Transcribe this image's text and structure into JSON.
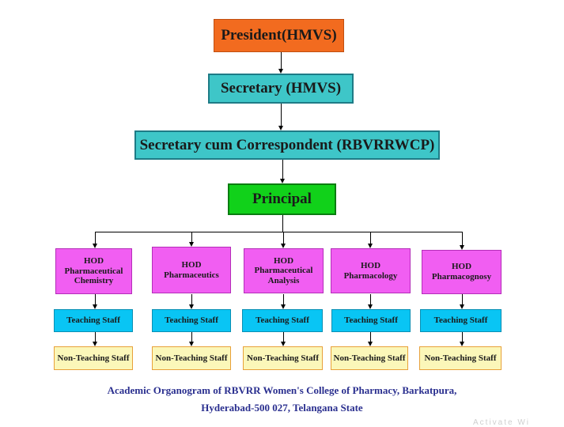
{
  "chart": {
    "president": "President(HMVS)",
    "secretary": "Secretary (HMVS)",
    "correspondent": "Secretary cum Correspondent  (RBVRRWCP)",
    "principal": "Principal",
    "departments": [
      {
        "hod": "HOD\nPharmaceutical\nChemistry",
        "teaching": "Teaching Staff",
        "nonteaching": "Non-Teaching Staff"
      },
      {
        "hod": "HOD\nPharmaceutics",
        "teaching": "Teaching Staff",
        "nonteaching": "Non-Teaching Staff"
      },
      {
        "hod": "HOD\nPharmaceutical\nAnalysis",
        "teaching": "Teaching Staff",
        "nonteaching": "Non-Teaching Staff"
      },
      {
        "hod": "HOD\nPharmacology",
        "teaching": "Teaching Staff",
        "nonteaching": "Non-Teaching Staff"
      },
      {
        "hod": "HOD\nPharmacognosy",
        "teaching": "Teaching Staff",
        "nonteaching": "Non-Teaching Staff"
      }
    ]
  },
  "caption": {
    "line1": "Academic  Organogram  of  RBVRR Women's  College of Pharmacy,  Barkatpura,",
    "line2": "Hyderabad-500  027, Telangana  State"
  },
  "watermark": "Activate Wi"
}
